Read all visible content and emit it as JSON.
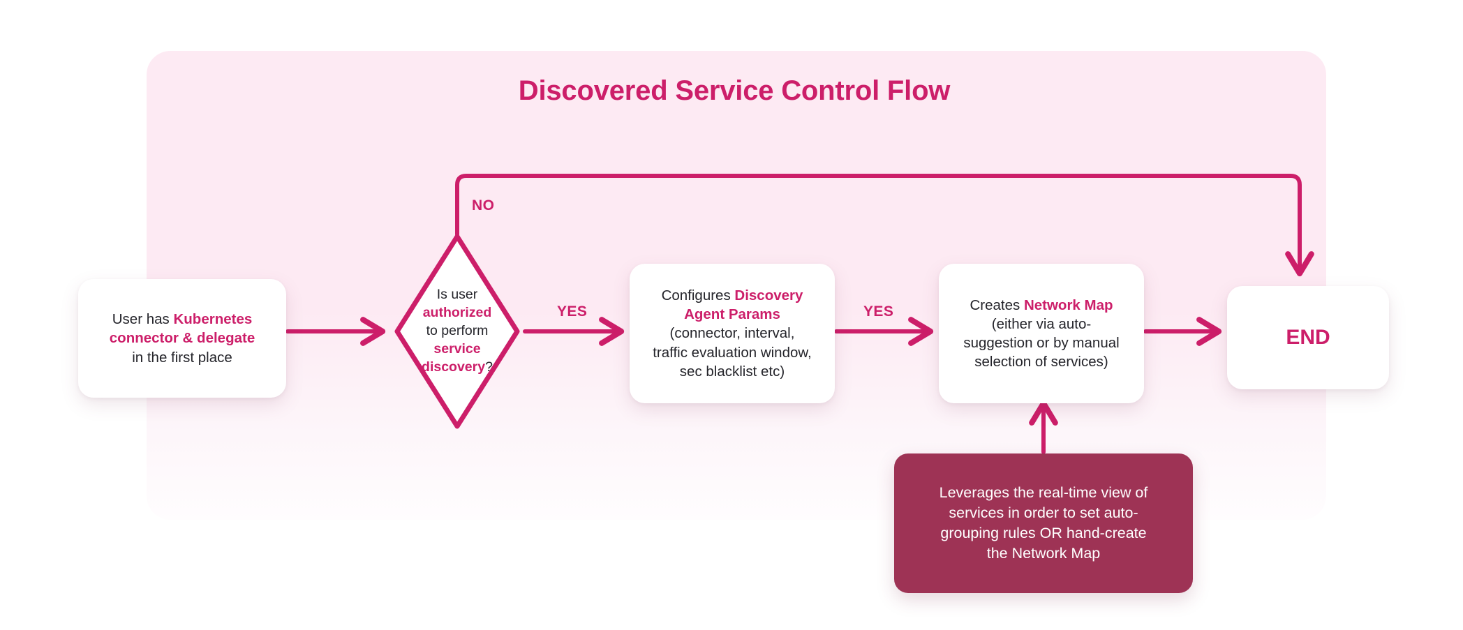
{
  "diagram": {
    "title": "Discovered Service Control Flow",
    "accent_color": "#CC1E69",
    "panel_color": "#FDEAF3",
    "note_color": "#9E3355",
    "node_fill": "#FFFFFF",
    "text_color": "#24242A"
  },
  "nodes": {
    "user": {
      "name": "user-has-connector",
      "shape": "rounded-rect",
      "lines": [
        {
          "plain_before": "User has ",
          "highlight": "Kubernetes",
          "plain_after": ""
        },
        {
          "plain_before": "",
          "highlight": "connector & delegate",
          "plain_after": ""
        },
        {
          "plain_before": "in the first place",
          "highlight": "",
          "plain_after": ""
        }
      ],
      "full_text": "User has Kubernetes connector & delegate in the first place"
    },
    "decision": {
      "name": "is-user-authorized",
      "shape": "diamond",
      "lines": [
        {
          "plain_before": "Is user",
          "highlight": "",
          "plain_after": ""
        },
        {
          "plain_before": "",
          "highlight": "authorized",
          "plain_after": ""
        },
        {
          "plain_before": "to perform",
          "highlight": "",
          "plain_after": ""
        },
        {
          "plain_before": "",
          "highlight": "service discovery",
          "plain_after": "?"
        }
      ],
      "full_text": "Is user authorized to perform service discovery?"
    },
    "params": {
      "name": "configures-discovery-agent-params",
      "shape": "rounded-rect",
      "lines": [
        {
          "plain_before": "Configures ",
          "highlight": "Discovery",
          "plain_after": ""
        },
        {
          "plain_before": "",
          "highlight": "Agent Params",
          "plain_after": ""
        },
        {
          "plain_before": "(connector, interval,",
          "highlight": "",
          "plain_after": ""
        },
        {
          "plain_before": "traffic evaluation window,",
          "highlight": "",
          "plain_after": ""
        },
        {
          "plain_before": "sec blacklist etc)",
          "highlight": "",
          "plain_after": ""
        }
      ],
      "full_text": "Configures Discovery Agent Params (connector, interval, traffic evaluation window, sec blacklist etc)"
    },
    "netmap": {
      "name": "creates-network-map",
      "shape": "rounded-rect",
      "lines": [
        {
          "plain_before": "Creates ",
          "highlight": "Network Map",
          "plain_after": ""
        },
        {
          "plain_before": "(either via auto-",
          "highlight": "",
          "plain_after": ""
        },
        {
          "plain_before": "suggestion or by manual",
          "highlight": "",
          "plain_after": ""
        },
        {
          "plain_before": "selection of services)",
          "highlight": "",
          "plain_after": ""
        }
      ],
      "full_text": "Creates Network Map (either via auto-suggestion or by manual selection of services)"
    },
    "end": {
      "name": "end-node",
      "shape": "rounded-rect",
      "label": "END"
    },
    "note": {
      "name": "network-map-note",
      "shape": "rounded-rect-filled",
      "lines": [
        "Leverages the real-time view of",
        "services in order to set auto-",
        "grouping rules OR hand-create",
        "the Network Map"
      ],
      "full_text": "Leverages the real-time view of services in order to set auto-grouping rules OR hand-create the Network Map"
    }
  },
  "edges": [
    {
      "name": "user-to-decision",
      "from": "user",
      "to": "decision",
      "label": ""
    },
    {
      "name": "decision-no-to-end",
      "from": "decision",
      "to": "end",
      "label": "NO"
    },
    {
      "name": "decision-yes-to-params",
      "from": "decision",
      "to": "params",
      "label": "YES"
    },
    {
      "name": "params-yes-to-netmap",
      "from": "params",
      "to": "netmap",
      "label": "YES"
    },
    {
      "name": "netmap-to-end",
      "from": "netmap",
      "to": "end",
      "label": ""
    },
    {
      "name": "note-to-netmap",
      "from": "note",
      "to": "netmap",
      "label": ""
    }
  ],
  "labels": {
    "no": "NO",
    "yes_1": "YES",
    "yes_2": "YES"
  }
}
